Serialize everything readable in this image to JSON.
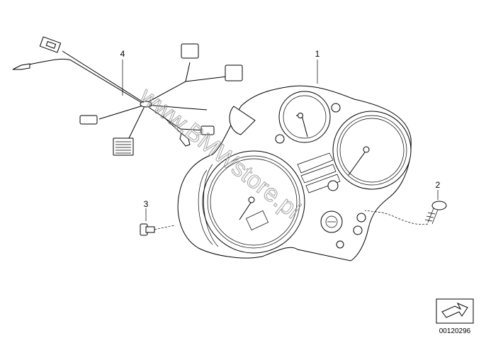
{
  "diagram": {
    "callouts": [
      {
        "id": "callout-1",
        "label": "1"
      },
      {
        "id": "callout-2",
        "label": "2"
      },
      {
        "id": "callout-3",
        "label": "3"
      },
      {
        "id": "callout-4",
        "label": "4"
      }
    ],
    "watermark": "www.BMWstore.pl",
    "reference_number": "00120296",
    "nav_icon": "arrow-icon"
  }
}
